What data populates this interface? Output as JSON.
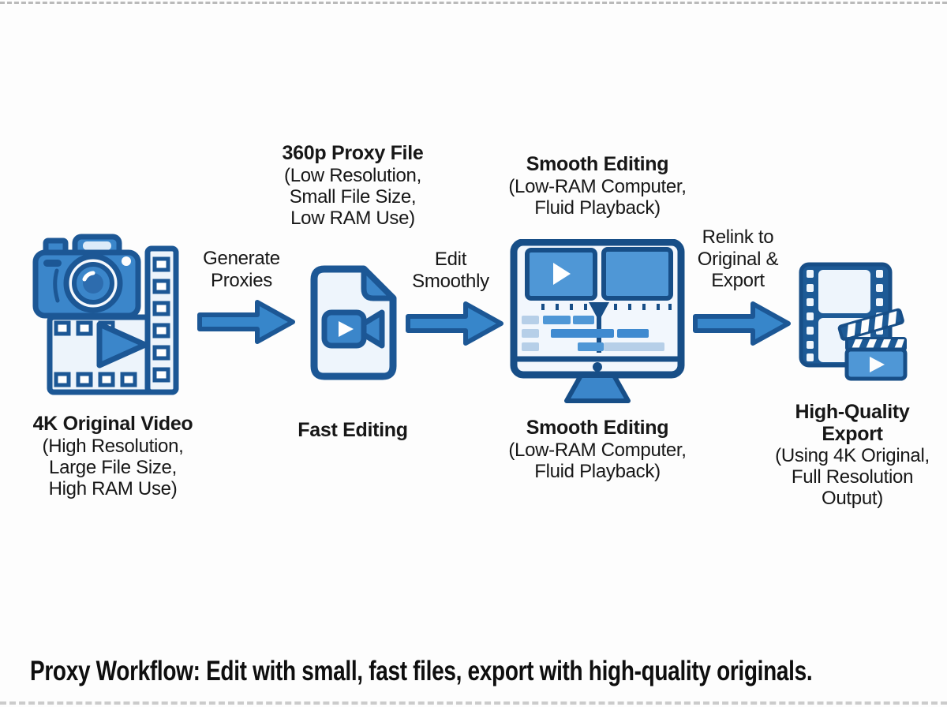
{
  "caption": "Proxy Workflow: Edit with small, fast files, export with high-quality originals.",
  "colors": {
    "primary_blue": "#3b86ca",
    "panel_blue": "#4f97d6",
    "outline_navy": "#1c5795",
    "deep_navy": "#174e87",
    "light_blue_fill": "#eef5fc",
    "chip_blue": "#b6cfe8",
    "text_black": "#171717",
    "background": "#fdfdfd"
  },
  "stages": [
    {
      "name": "4k-original-video",
      "icon": "camera-filmstrip-icon",
      "title": "4K Original Video",
      "details": [
        "(High Resolution,",
        "Large File Size,",
        "High RAM Use)"
      ]
    },
    {
      "name": "proxy-file",
      "icon": "video-file-icon",
      "title": "360p Proxy File",
      "details": [
        "(Low Resolution,",
        "Small File Size,",
        "Low RAM Use)"
      ],
      "footer": "Fast Editing"
    },
    {
      "name": "smooth-editing",
      "icon": "monitor-timeline-icon",
      "title": "Smooth Editing",
      "details": [
        "(Low-RAM Computer,",
        "Fluid Playback)"
      ],
      "footer_title": "Smooth Editing",
      "footer_details": [
        "(Low-RAM Computer,",
        "Fluid Playback)"
      ]
    },
    {
      "name": "high-quality-export",
      "icon": "filmstrip-clapperboard-icon",
      "title_lines": [
        "High-Quality",
        "Export"
      ],
      "details": [
        "(Using 4K Original,",
        "Full Resolution",
        "Output)"
      ]
    }
  ],
  "arrows": [
    {
      "name": "generate-proxies",
      "label_lines": [
        "Generate",
        "Proxies"
      ]
    },
    {
      "name": "edit-smoothly",
      "label_lines": [
        "Edit",
        "Smoothly"
      ]
    },
    {
      "name": "relink-export",
      "label_lines": [
        "Relink to",
        "Original &",
        "Export"
      ]
    }
  ]
}
